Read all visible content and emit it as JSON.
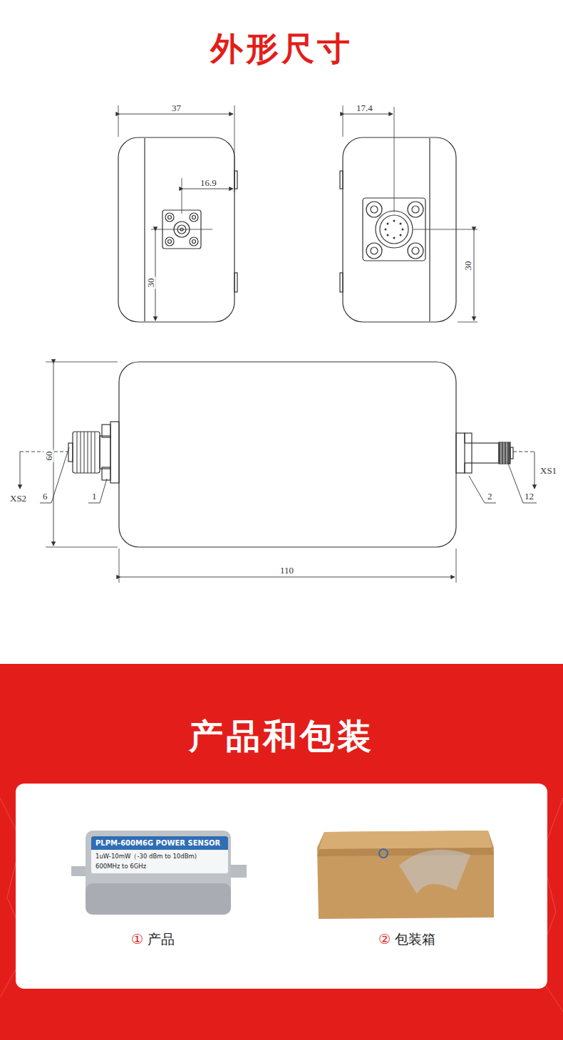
{
  "diagram": {
    "title": "外形尺寸",
    "nodes": [
      {
        "text": [
          "产品和包装"
        ]
      },
      {
        "text": [
          "PLPM-600M6G  POWER SENSOR",
          "1uW-10mW（-30 dBm to 10dBm)",
          "600MHz to 6GHz"
        ],
        "in": 0
      }
    ],
    "labels": [
      "37",
      "16.9",
      "30",
      "17.4",
      "30",
      "60",
      "XS2",
      "6",
      "1",
      "2",
      "12",
      "XS1",
      "110",
      "① 产品",
      "② 包装箱"
    ]
  }
}
